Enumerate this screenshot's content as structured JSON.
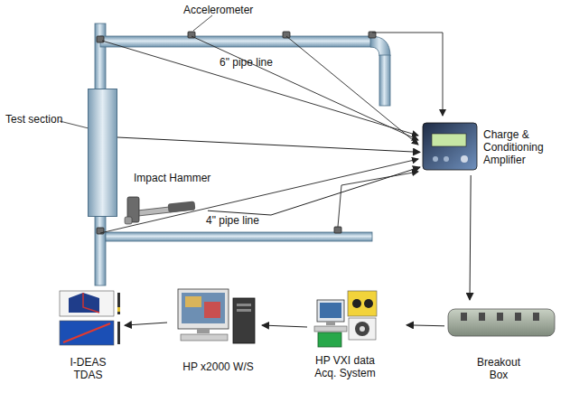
{
  "diagram": {
    "nodes": [
      {
        "text": [
          "Test section"
        ]
      },
      {
        "text": [
          "Impact Hammer"
        ]
      },
      {
        "text": [
          "Charge & Conditioning Amplifier"
        ]
      },
      {
        "text": [
          "Breakout Box"
        ]
      },
      {
        "text": [
          "HP VXI data Acq. System"
        ]
      },
      {
        "text": [
          "HP x2000 W/S"
        ]
      },
      {
        "text": [
          "I-DEAS TDAS"
        ]
      }
    ],
    "edges": [
      {
        "from": 0,
        "to": 2,
        "arrow": "to"
      },
      {
        "from": 1,
        "to": 2,
        "arrow": "to"
      },
      {
        "from": 2,
        "to": 3,
        "arrow": "to"
      },
      {
        "from": 3,
        "to": 4,
        "arrow": "to"
      },
      {
        "from": 4,
        "to": 5,
        "arrow": "to"
      },
      {
        "from": 5,
        "to": 6,
        "arrow": "to"
      }
    ],
    "labels": [
      "Accelerometer",
      "6\" pipe line",
      "4\" pipe line"
    ]
  }
}
